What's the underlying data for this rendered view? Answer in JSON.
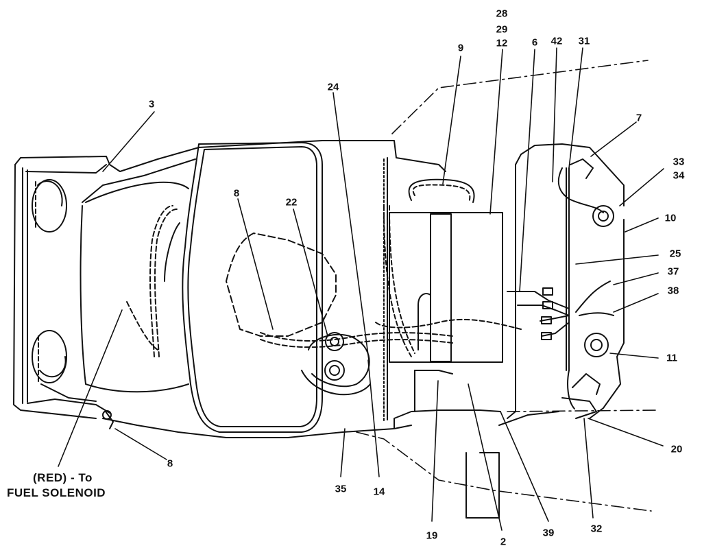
{
  "diagram": {
    "callouts": {
      "c28": "28",
      "c29": "29",
      "c12": "12",
      "c9": "9",
      "c6": "6",
      "c42": "42",
      "c31": "31",
      "c24": "24",
      "c3": "3",
      "c7": "7",
      "c33": "33",
      "c34": "34",
      "c10": "10",
      "c25": "25",
      "c37": "37",
      "c38": "38",
      "c11": "11",
      "c20": "20",
      "c8a": "8",
      "c22": "22",
      "c8b": "8",
      "c35": "35",
      "c14": "14",
      "c19": "19",
      "c2": "2",
      "c39": "39",
      "c32": "32"
    },
    "note": {
      "line1": "(RED) - To",
      "line2": "FUEL SOLENOID"
    },
    "colors": {
      "ink": "#111111",
      "paper": "#ffffff"
    }
  }
}
